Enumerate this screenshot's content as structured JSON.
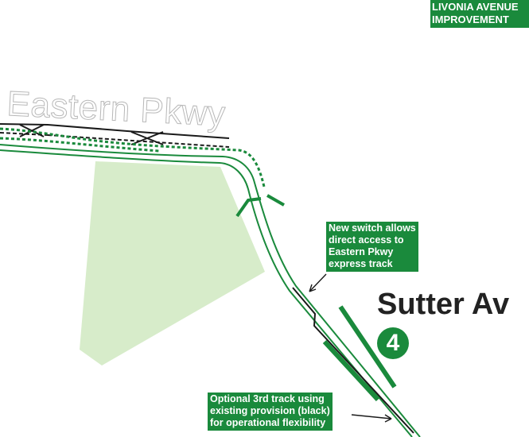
{
  "map": {
    "banner": {
      "line1": "LIVONIA AVENUE",
      "line2": "IMPROVEMENT"
    },
    "street_label": "Eastern Pkwy",
    "station": {
      "name": "Sutter Av",
      "route": "4",
      "route_color": "#1a8a3c"
    },
    "callouts": {
      "switch_note": "New switch allows\ndirect access to\nEastern Pkwy\nexpress track",
      "third_track_note": "Optional 3rd track using\nexisting provision (black)\nfor operational flexibility"
    },
    "colors": {
      "track_green": "#1a8a3c",
      "yard_fill": "#d7ecca",
      "existing_track": "#1a1a1a",
      "street_label_outline": "#b8b8b8"
    }
  }
}
